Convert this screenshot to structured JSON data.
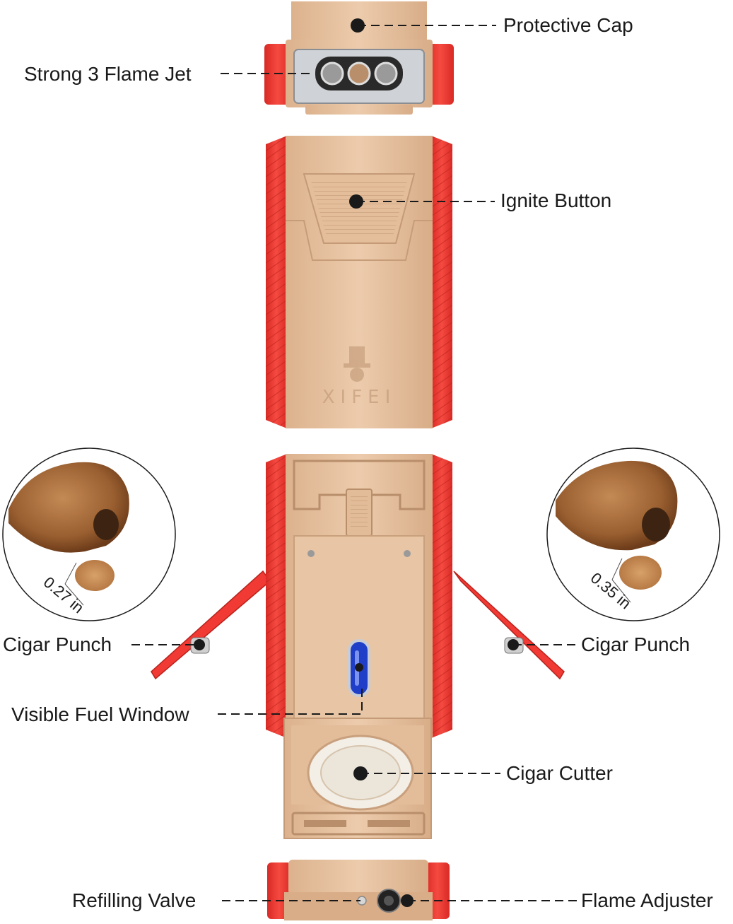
{
  "labels": {
    "protective_cap": "Protective Cap",
    "flame_jet": "Strong 3 Flame Jet",
    "ignite_button": "Ignite Button",
    "cigar_punch_left": "Cigar Punch",
    "cigar_punch_right": "Cigar Punch",
    "fuel_window": "Visible Fuel Window",
    "cigar_cutter": "Cigar Cutter",
    "refilling_valve": "Refilling Valve",
    "flame_adjuster": "Flame Adjuster"
  },
  "punch_sizes": {
    "left": "0.27 in",
    "right": "0.35 in"
  },
  "brand": {
    "logo_text": "XIFEI"
  },
  "colors": {
    "red": "#f03a33",
    "gold": "#e9c4a2",
    "marker": "#1a1a1a"
  }
}
